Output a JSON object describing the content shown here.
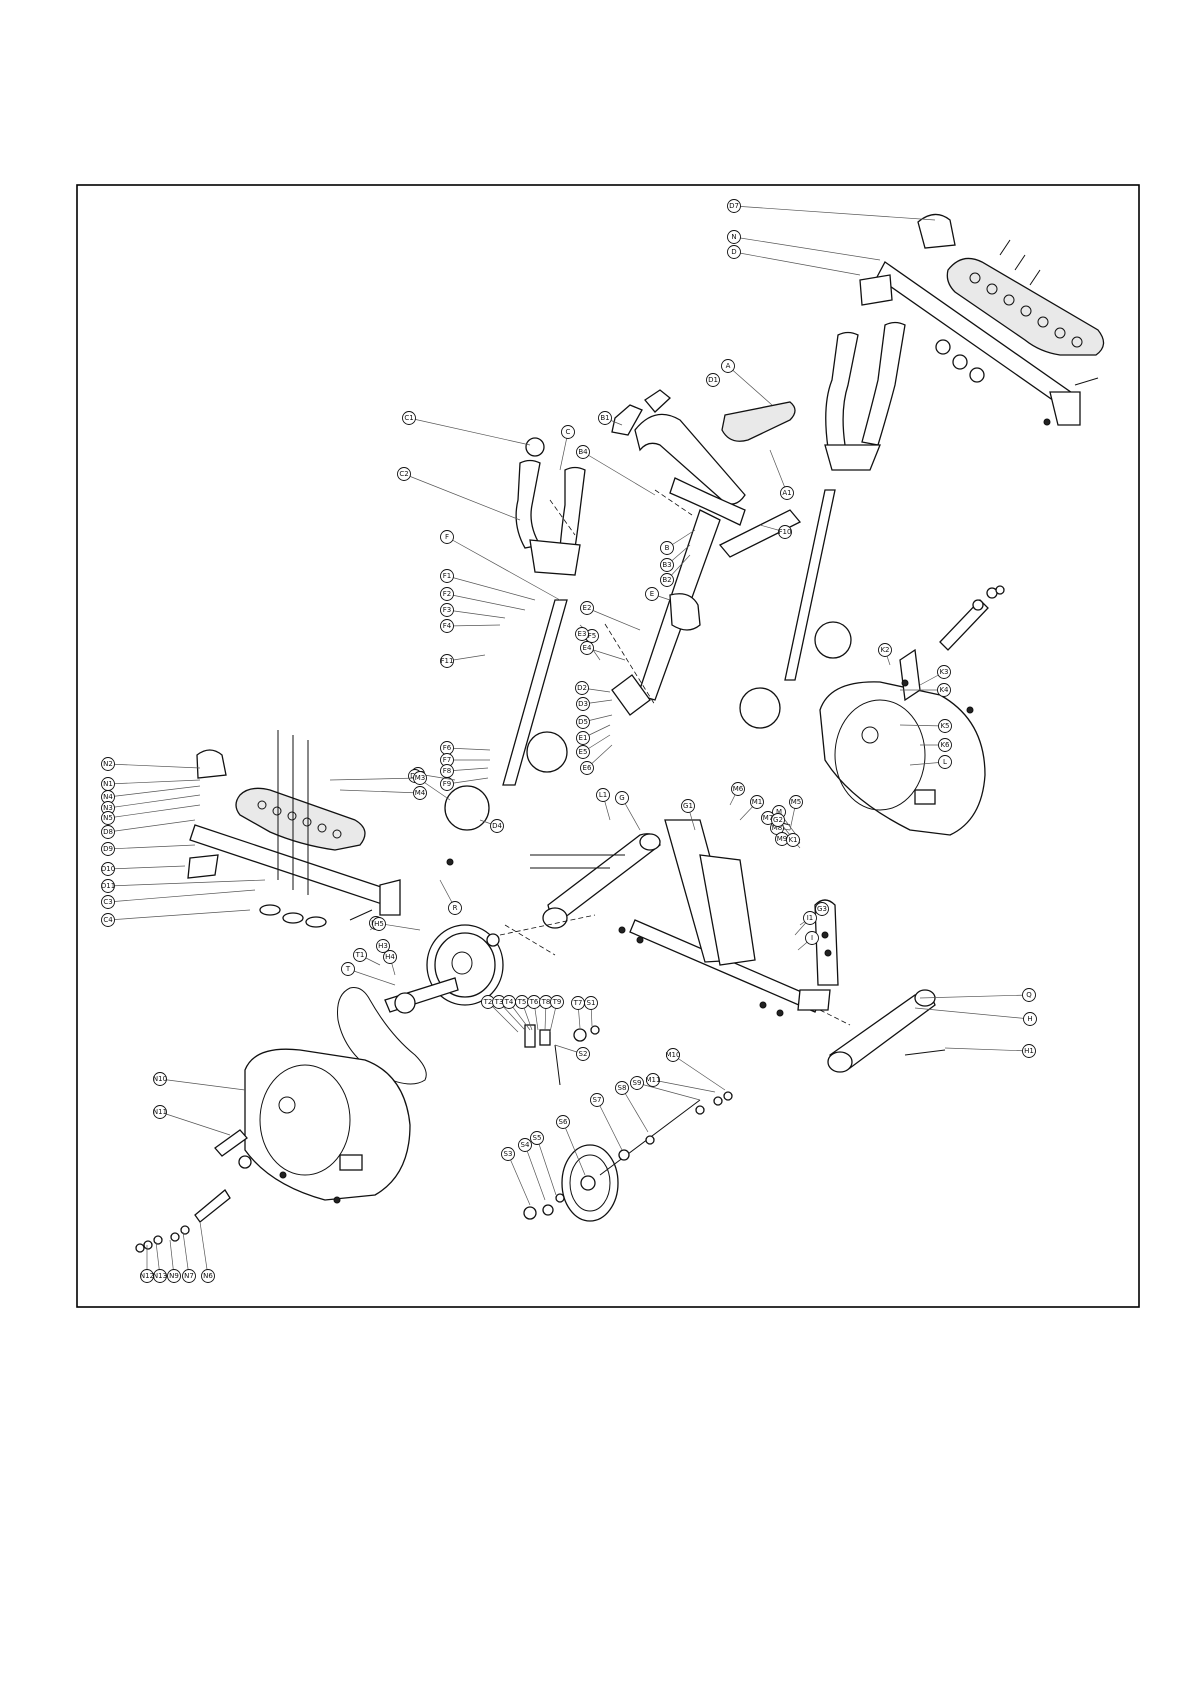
{
  "diagram": {
    "callouts": [
      {
        "label": "D7"
      },
      {
        "label": "N"
      },
      {
        "label": "D"
      },
      {
        "label": "A"
      },
      {
        "label": "A1"
      },
      {
        "label": "B1"
      },
      {
        "label": "B4"
      },
      {
        "label": "C1"
      },
      {
        "label": "C"
      },
      {
        "label": "C2"
      },
      {
        "label": "D1"
      },
      {
        "label": "F"
      },
      {
        "label": "F1"
      },
      {
        "label": "F2"
      },
      {
        "label": "F3"
      },
      {
        "label": "F4"
      },
      {
        "label": "F11"
      },
      {
        "label": "F5"
      },
      {
        "label": "B"
      },
      {
        "label": "B3"
      },
      {
        "label": "B2"
      },
      {
        "label": "E"
      },
      {
        "label": "E2"
      },
      {
        "label": "E3"
      },
      {
        "label": "E4"
      },
      {
        "label": "F10"
      },
      {
        "label": "D2"
      },
      {
        "label": "D3"
      },
      {
        "label": "D5"
      },
      {
        "label": "E1"
      },
      {
        "label": "E5"
      },
      {
        "label": "E6"
      },
      {
        "label": "F6"
      },
      {
        "label": "F7"
      },
      {
        "label": "F8"
      },
      {
        "label": "F9"
      },
      {
        "label": "F12"
      },
      {
        "label": "D4"
      },
      {
        "label": "D6"
      },
      {
        "label": "R"
      },
      {
        "label": "N2"
      },
      {
        "label": "N1"
      },
      {
        "label": "N4"
      },
      {
        "label": "N3"
      },
      {
        "label": "N5"
      },
      {
        "label": "D8"
      },
      {
        "label": "D9"
      },
      {
        "label": "D10"
      },
      {
        "label": "D11"
      },
      {
        "label": "C3"
      },
      {
        "label": "C4"
      },
      {
        "label": "M3"
      },
      {
        "label": "M4"
      },
      {
        "label": "M5"
      },
      {
        "label": "M"
      },
      {
        "label": "M1"
      },
      {
        "label": "M6"
      },
      {
        "label": "M7"
      },
      {
        "label": "M8"
      },
      {
        "label": "M9"
      },
      {
        "label": "K1"
      },
      {
        "label": "K2"
      },
      {
        "label": "K3"
      },
      {
        "label": "K4"
      },
      {
        "label": "K5"
      },
      {
        "label": "K6"
      },
      {
        "label": "L"
      },
      {
        "label": "L1"
      },
      {
        "label": "G"
      },
      {
        "label": "G1"
      },
      {
        "label": "G2"
      },
      {
        "label": "G3"
      },
      {
        "label": "I1"
      },
      {
        "label": "I"
      },
      {
        "label": "Q"
      },
      {
        "label": "H"
      },
      {
        "label": "H1"
      },
      {
        "label": "H2"
      },
      {
        "label": "H3"
      },
      {
        "label": "H4"
      },
      {
        "label": "H5"
      },
      {
        "label": "T"
      },
      {
        "label": "T1"
      },
      {
        "label": "T2"
      },
      {
        "label": "T3"
      },
      {
        "label": "T4"
      },
      {
        "label": "T5"
      },
      {
        "label": "T6"
      },
      {
        "label": "T8"
      },
      {
        "label": "T9"
      },
      {
        "label": "T7"
      },
      {
        "label": "S1"
      },
      {
        "label": "S2"
      },
      {
        "label": "S3"
      },
      {
        "label": "S4"
      },
      {
        "label": "S5"
      },
      {
        "label": "S6"
      },
      {
        "label": "S7"
      },
      {
        "label": "S8"
      },
      {
        "label": "S9"
      },
      {
        "label": "M11"
      },
      {
        "label": "M10"
      },
      {
        "label": "N10"
      },
      {
        "label": "N11"
      },
      {
        "label": "N12"
      },
      {
        "label": "N13"
      },
      {
        "label": "N9"
      },
      {
        "label": "N7"
      },
      {
        "label": "N6"
      }
    ]
  }
}
